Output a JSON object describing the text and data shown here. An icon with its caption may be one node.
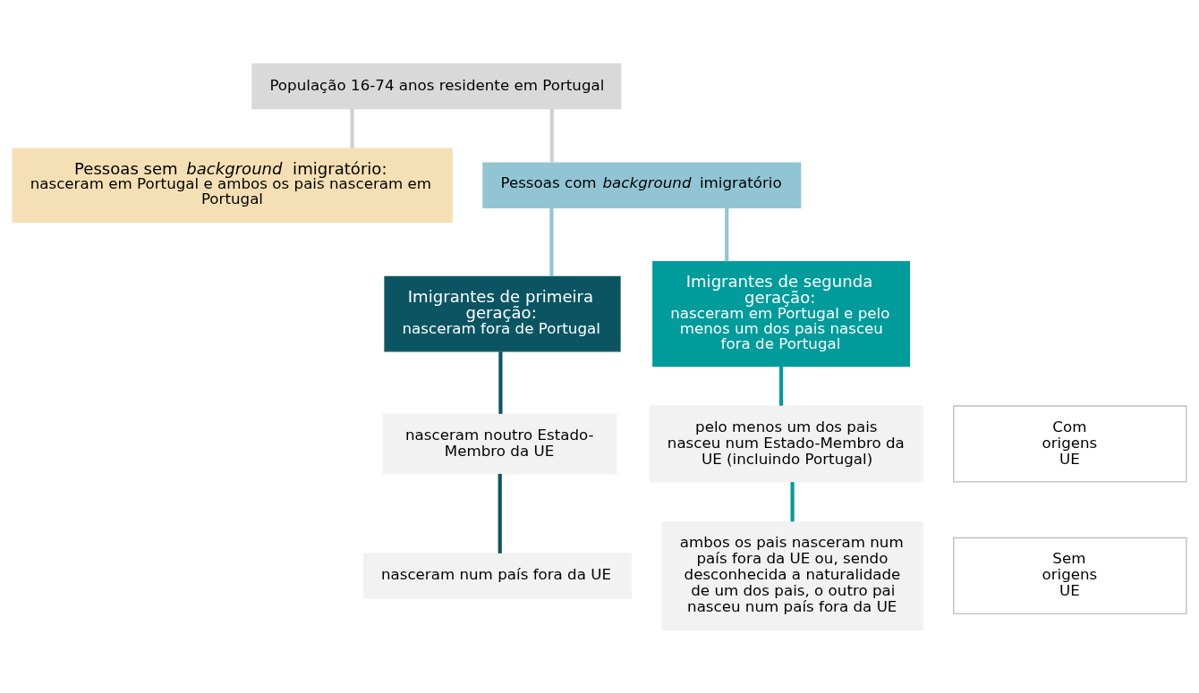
{
  "diagram": {
    "nodes": [
      {
        "text": [
          "População 16-74 anos residente em Portugal"
        ]
      },
      {
        "text": [
          "Pessoas sem *background* imigratório:",
          "nasceram em Portugal e ambos os pais nasceram em Portugal"
        ]
      },
      {
        "text": [
          "Pessoas com *background* imigratório"
        ]
      },
      {
        "text": [
          "Imigrantes de primeira geração:",
          "nasceram fora de Portugal"
        ]
      },
      {
        "text": [
          "Imigrantes de segunda geração:",
          "nasceram em Portugal e pelo menos um dos pais nasceu fora de Portugal"
        ]
      },
      {
        "text": [
          "nasceram noutro Estado-Membro da UE"
        ]
      },
      {
        "text": [
          "pelo menos um dos pais nasceu num Estado-Membro da UE (incluindo Portugal)"
        ]
      },
      {
        "text": [
          "Com origens UE"
        ]
      },
      {
        "text": [
          "nasceram num país fora da UE"
        ]
      },
      {
        "text": [
          "ambos os pais nasceram num país fora da UE ou, sendo desconhecida a naturalidade de um dos pais, o outro pai nasceu num país fora da UE"
        ]
      },
      {
        "text": [
          "Sem origens UE"
        ]
      }
    ],
    "edges": [
      {
        "from": 0,
        "to": 1,
        "arrow": "none",
        "color": "#d0d0d0"
      },
      {
        "from": 0,
        "to": 2,
        "arrow": "none",
        "color": "#d0d0d0"
      },
      {
        "from": 2,
        "to": 3,
        "arrow": "none",
        "color": "#92c5d3"
      },
      {
        "from": 2,
        "to": 4,
        "arrow": "none",
        "color": "#92c5d3"
      },
      {
        "from": 3,
        "to": 5,
        "arrow": "none",
        "color": "#0b5563"
      },
      {
        "from": 5,
        "to": 8,
        "arrow": "none",
        "color": "#0b5563"
      },
      {
        "from": 4,
        "to": 6,
        "arrow": "none",
        "color": "#009b9b"
      },
      {
        "from": 6,
        "to": 9,
        "arrow": "none",
        "color": "#009b9b"
      }
    ]
  }
}
